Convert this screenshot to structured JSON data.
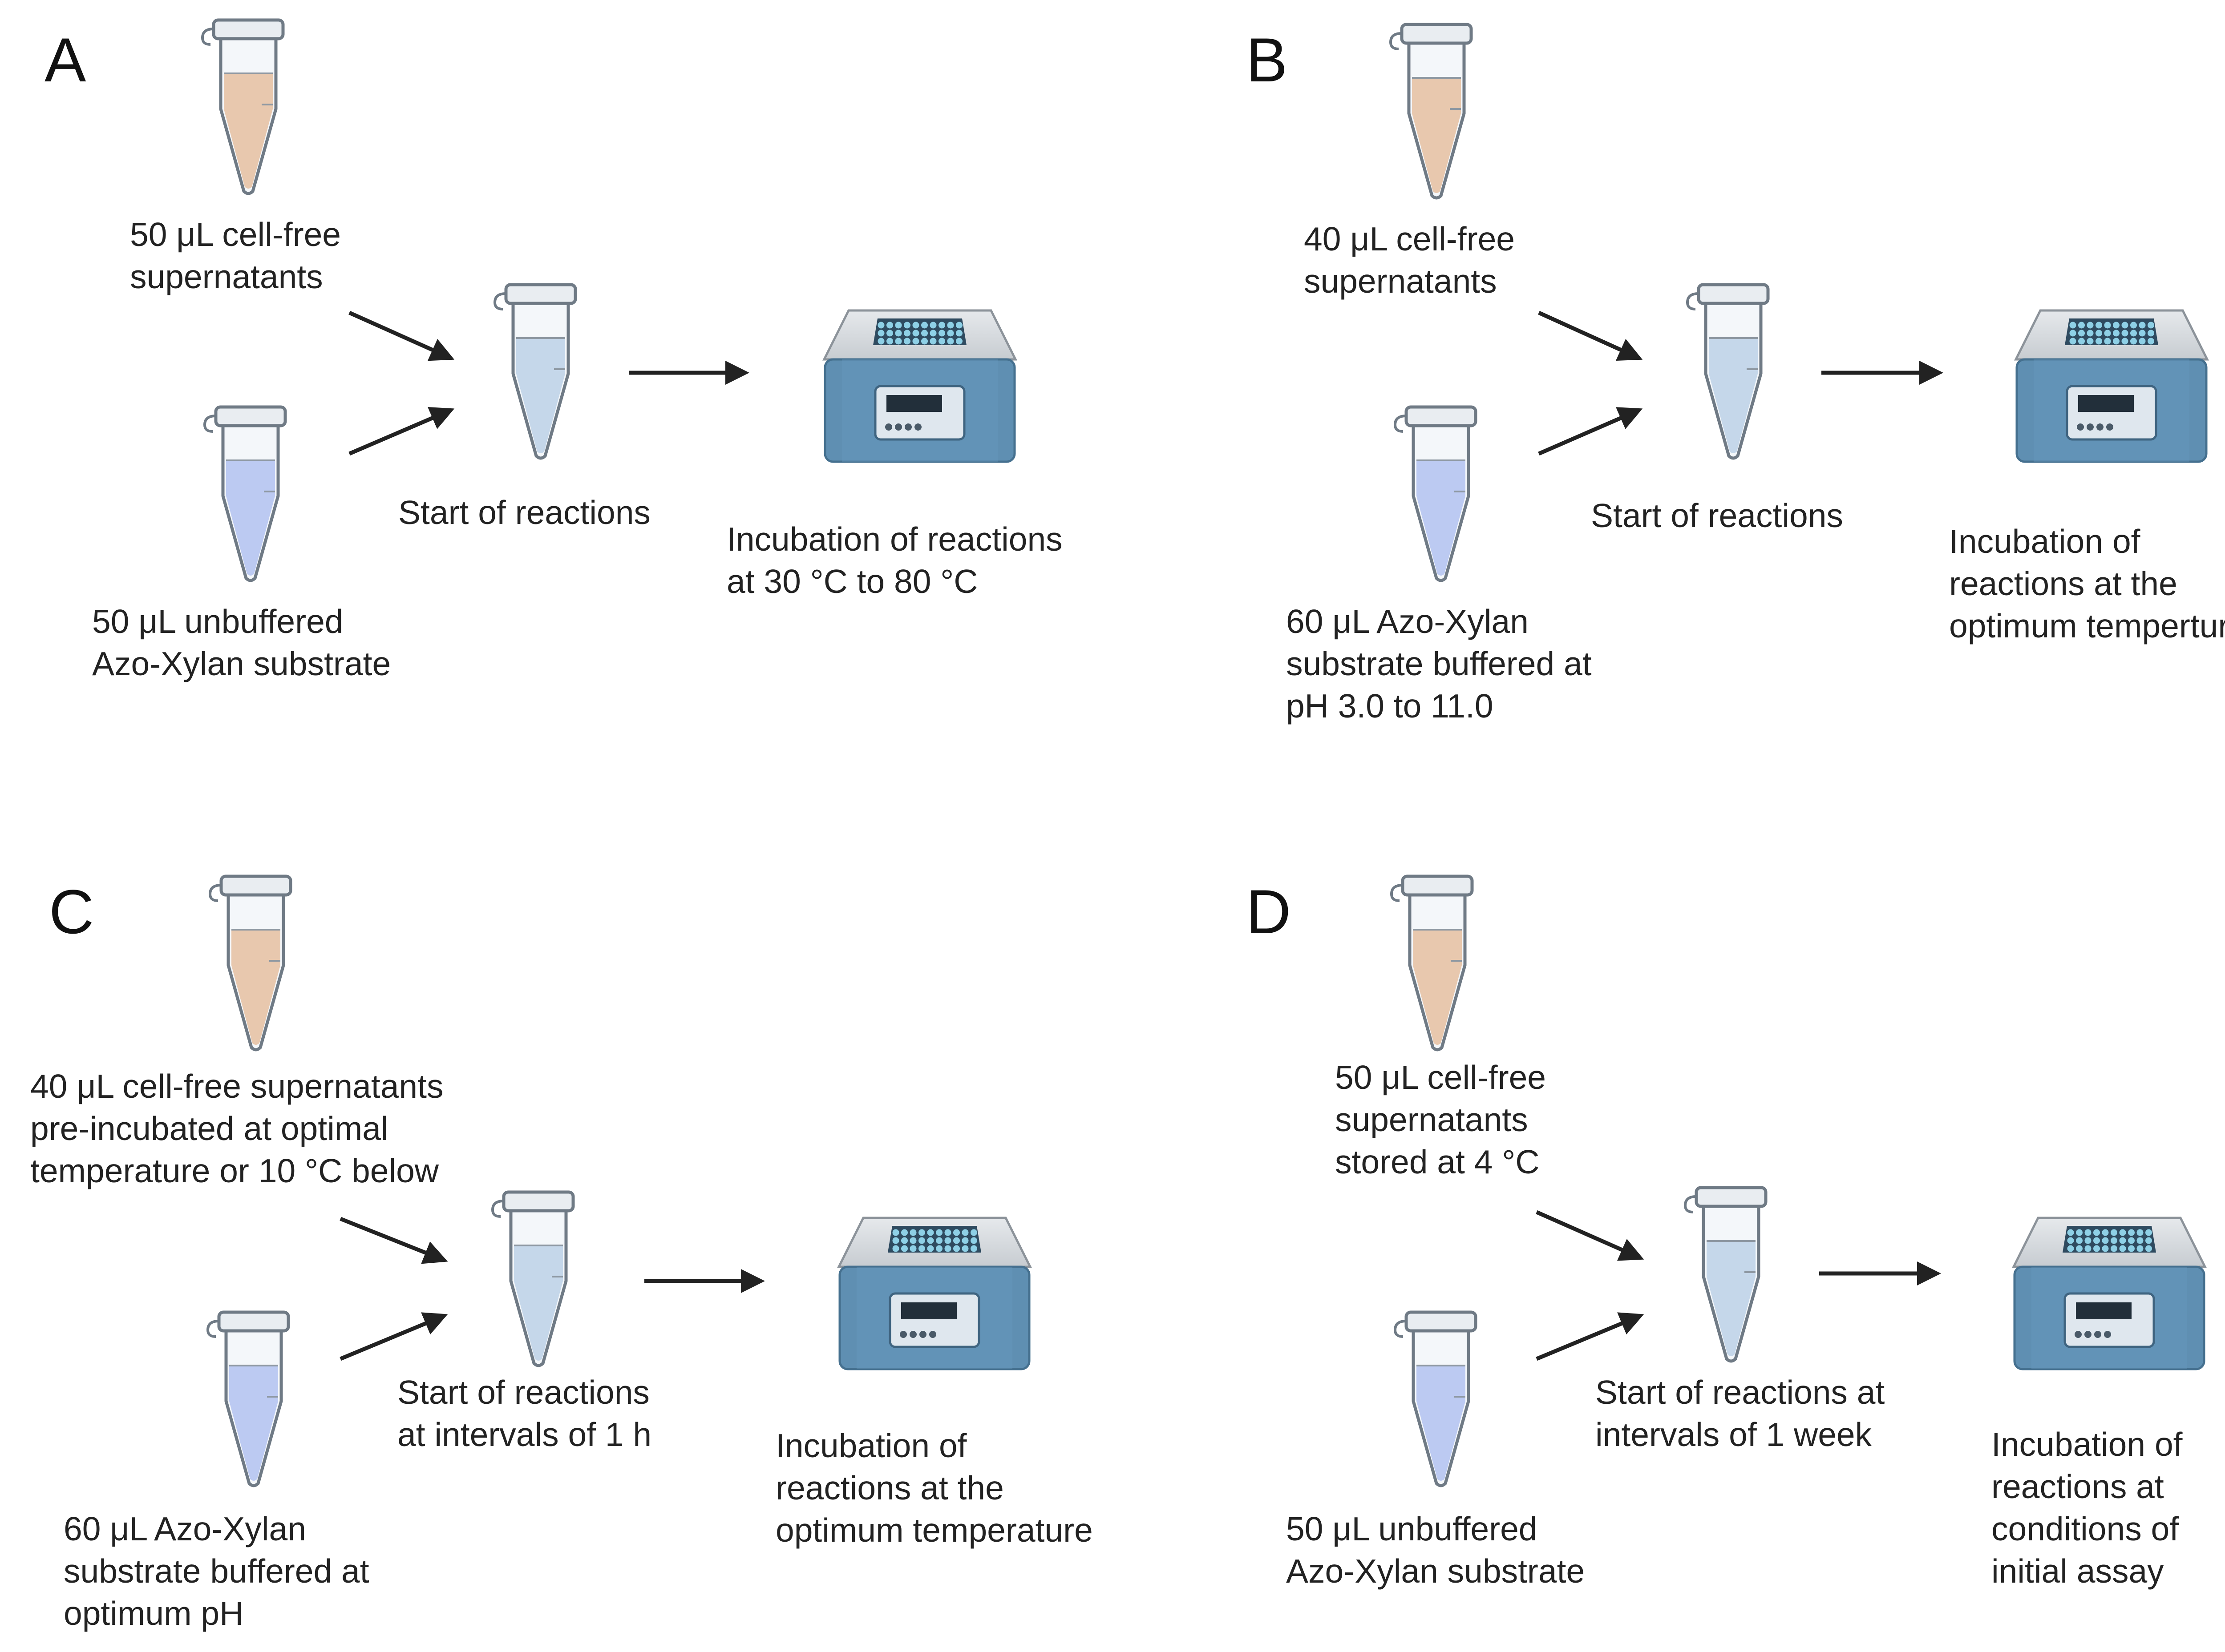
{
  "colors": {
    "supernatant_liquid": "#e8c8ae",
    "substrate_liquid": "#bccaf2",
    "mix_liquid": "#c5d7ea",
    "incubator_body": "#5f8fb2",
    "incubator_lid": "#d8dce0",
    "arrow": "#222222",
    "text": "#222222"
  },
  "icons": {
    "tube": "microcentrifuge-tube-icon",
    "incubator": "heat-block-incubator-icon",
    "arrow": "arrow-right-icon"
  },
  "panels": [
    {
      "letter": "A",
      "supernatant_label": "50 μL cell-free\nsupernatants",
      "substrate_label": "50 μL unbuffered\nAzo-Xylan substrate",
      "reaction_label": "Start of reactions",
      "incubation_label": "Incubation of reactions\nat 30 °C to 80 °C"
    },
    {
      "letter": "B",
      "supernatant_label": "40 μL cell-free\nsupernatants",
      "substrate_label": "60 μL Azo-Xylan\nsubstrate buffered at\npH 3.0 to 11.0",
      "reaction_label": "Start of reactions",
      "incubation_label": "Incubation of\nreactions at the\noptimum temperture"
    },
    {
      "letter": "C",
      "supernatant_label": "40 μL cell-free supernatants\npre-incubated at optimal\ntemperature or 10 °C below",
      "substrate_label": "60 μL Azo-Xylan\nsubstrate buffered at\noptimum pH",
      "reaction_label": "Start of reactions\nat intervals of 1 h",
      "incubation_label": "Incubation of\nreactions at the\noptimum temperature"
    },
    {
      "letter": "D",
      "supernatant_label": "50 μL cell-free\nsupernatants\nstored at 4 °C",
      "substrate_label": "50 μL unbuffered\nAzo-Xylan substrate",
      "reaction_label": "Start of reactions at\nintervals of 1 week",
      "incubation_label": "Incubation of\nreactions at\nconditions of\ninitial assay"
    }
  ]
}
